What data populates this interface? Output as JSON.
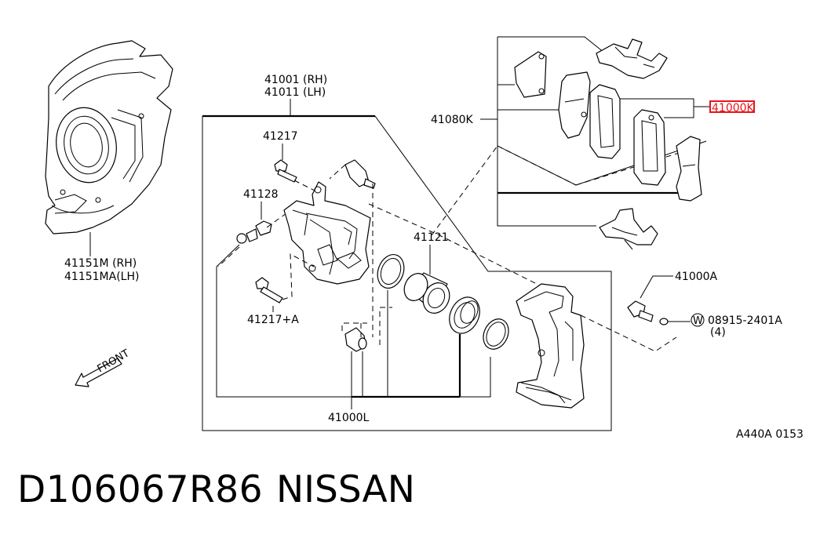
{
  "labels": {
    "caliper_rh": "41001 (RH)",
    "caliper_lh": "41011 (LH)",
    "pin_bolt_top": "41217",
    "bleeder": "41128",
    "piston": "41121",
    "pad_kit": "41080K",
    "pad": "41000K",
    "baffle_rh": "41151M (RH)",
    "baffle_lh": "41151MA(LH)",
    "pin_bolt_bottom": "41217+A",
    "caliper_bolt": "41000A",
    "washer_symbol": "W",
    "washer": "08915-2401A",
    "washer_qty": "(4)",
    "boot": "41000L",
    "front": "FRONT",
    "diagram_code": "A440A 0153"
  },
  "footer": {
    "part_code": "D106067R86",
    "brand": "NISSAN"
  },
  "colors": {
    "highlight": "#e8141b",
    "line": "#000000"
  }
}
